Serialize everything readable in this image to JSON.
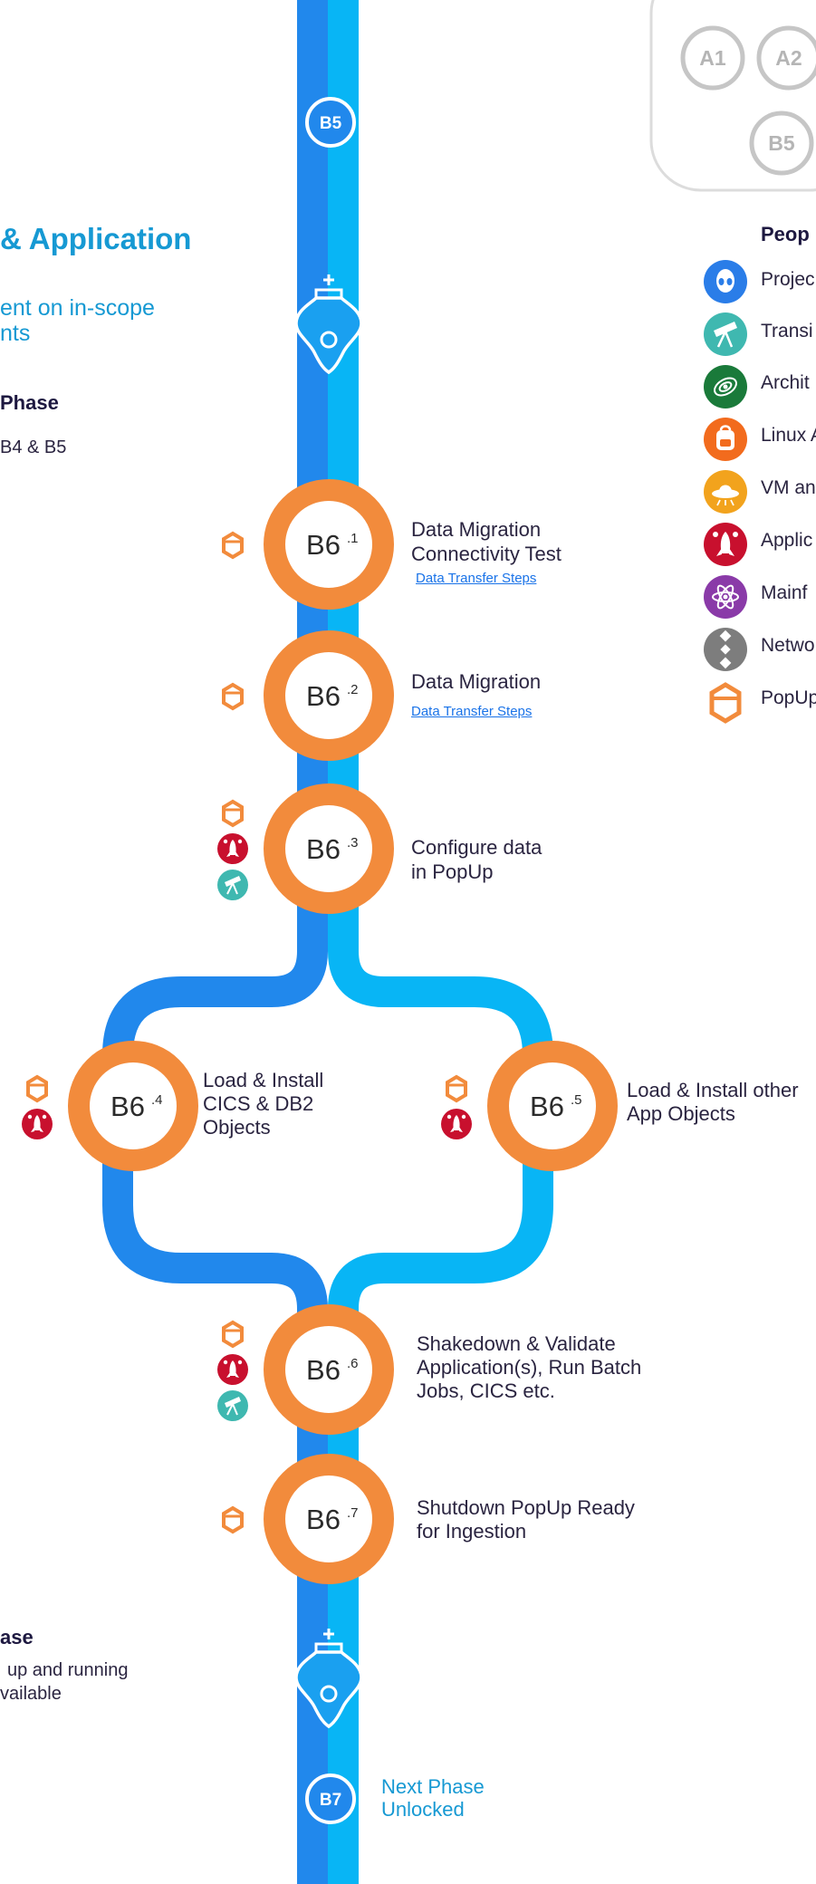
{
  "colors": {
    "track_left": "#2188ec",
    "track_right": "#08b5f5",
    "step_ring": "#f28b3c",
    "accent_blue": "#1699d3",
    "dark_text": "#1d1840"
  },
  "left_panel": {
    "heading_fragment": "& Application",
    "sub_line1": "ent on in-scope",
    "sub_line2": "nts",
    "phase_title": "Phase",
    "phase_text": "B4 & B5",
    "bottom_phase_title": "ase",
    "bottom_phase_line1": "up and running",
    "bottom_phase_line2": "vailable"
  },
  "milestones": {
    "top": "B5",
    "bottom": "B7",
    "next_phase_line1": "Next Phase",
    "next_phase_line2": "Unlocked"
  },
  "top_card": {
    "badges": [
      "A1",
      "A2",
      "B5"
    ]
  },
  "legend": {
    "title": "Peop",
    "items": [
      {
        "label": "Projec",
        "icon": "alien-icon",
        "color": "#2a7de8"
      },
      {
        "label": "Transi",
        "icon": "telescope-icon",
        "color": "#3fb8b0"
      },
      {
        "label": "Archit",
        "icon": "galaxy-icon",
        "color": "#1a7a3a"
      },
      {
        "label": "Linux A",
        "icon": "backpack-icon",
        "color": "#f26b1d"
      },
      {
        "label": "VM an",
        "icon": "ufo-icon",
        "color": "#f2a31d"
      },
      {
        "label": "Applic",
        "icon": "rocket-icon",
        "color": "#c8102e"
      },
      {
        "label": "Mainf",
        "icon": "atom-icon",
        "color": "#8a3aa8"
      },
      {
        "label": "Netwo",
        "icon": "satellite-icon",
        "color": "#7d7d7d"
      },
      {
        "label": "PopUp",
        "icon": "popup-hexagon-icon",
        "color": "#f28b3c"
      }
    ]
  },
  "steps": [
    {
      "id": "b6-1",
      "base": "B6",
      "sup": ".1",
      "line1": "Data Migration",
      "line2": "Connectivity Test",
      "link": "Data Transfer Steps",
      "roles": [
        "popup-hexagon-icon"
      ]
    },
    {
      "id": "b6-2",
      "base": "B6",
      "sup": ".2",
      "line1": "Data Migration",
      "line2": "",
      "link": "Data Transfer Steps",
      "roles": [
        "popup-hexagon-icon"
      ]
    },
    {
      "id": "b6-3",
      "base": "B6",
      "sup": ".3",
      "line1": "Configure data",
      "line2": "in PopUp",
      "roles": [
        "popup-hexagon-icon",
        "rocket-icon",
        "telescope-icon"
      ]
    },
    {
      "id": "b6-4",
      "base": "B6",
      "sup": ".4",
      "line1": "Load & Install",
      "line2": "CICS & DB2",
      "line3": "Objects",
      "roles": [
        "popup-hexagon-icon",
        "rocket-icon"
      ]
    },
    {
      "id": "b6-5",
      "base": "B6",
      "sup": ".5",
      "line1": "Load & Install other",
      "line2": "App Objects",
      "roles": [
        "popup-hexagon-icon",
        "rocket-icon"
      ]
    },
    {
      "id": "b6-6",
      "base": "B6",
      "sup": ".6",
      "line1": "Shakedown & Validate",
      "line2": "Application(s), Run Batch",
      "line3": "Jobs, CICS etc.",
      "roles": [
        "popup-hexagon-icon",
        "rocket-icon",
        "telescope-icon"
      ]
    },
    {
      "id": "b6-7",
      "base": "B6",
      "sup": ".7",
      "line1": "Shutdown PopUp Ready",
      "line2": "for Ingestion",
      "roles": [
        "popup-hexagon-icon"
      ]
    }
  ]
}
